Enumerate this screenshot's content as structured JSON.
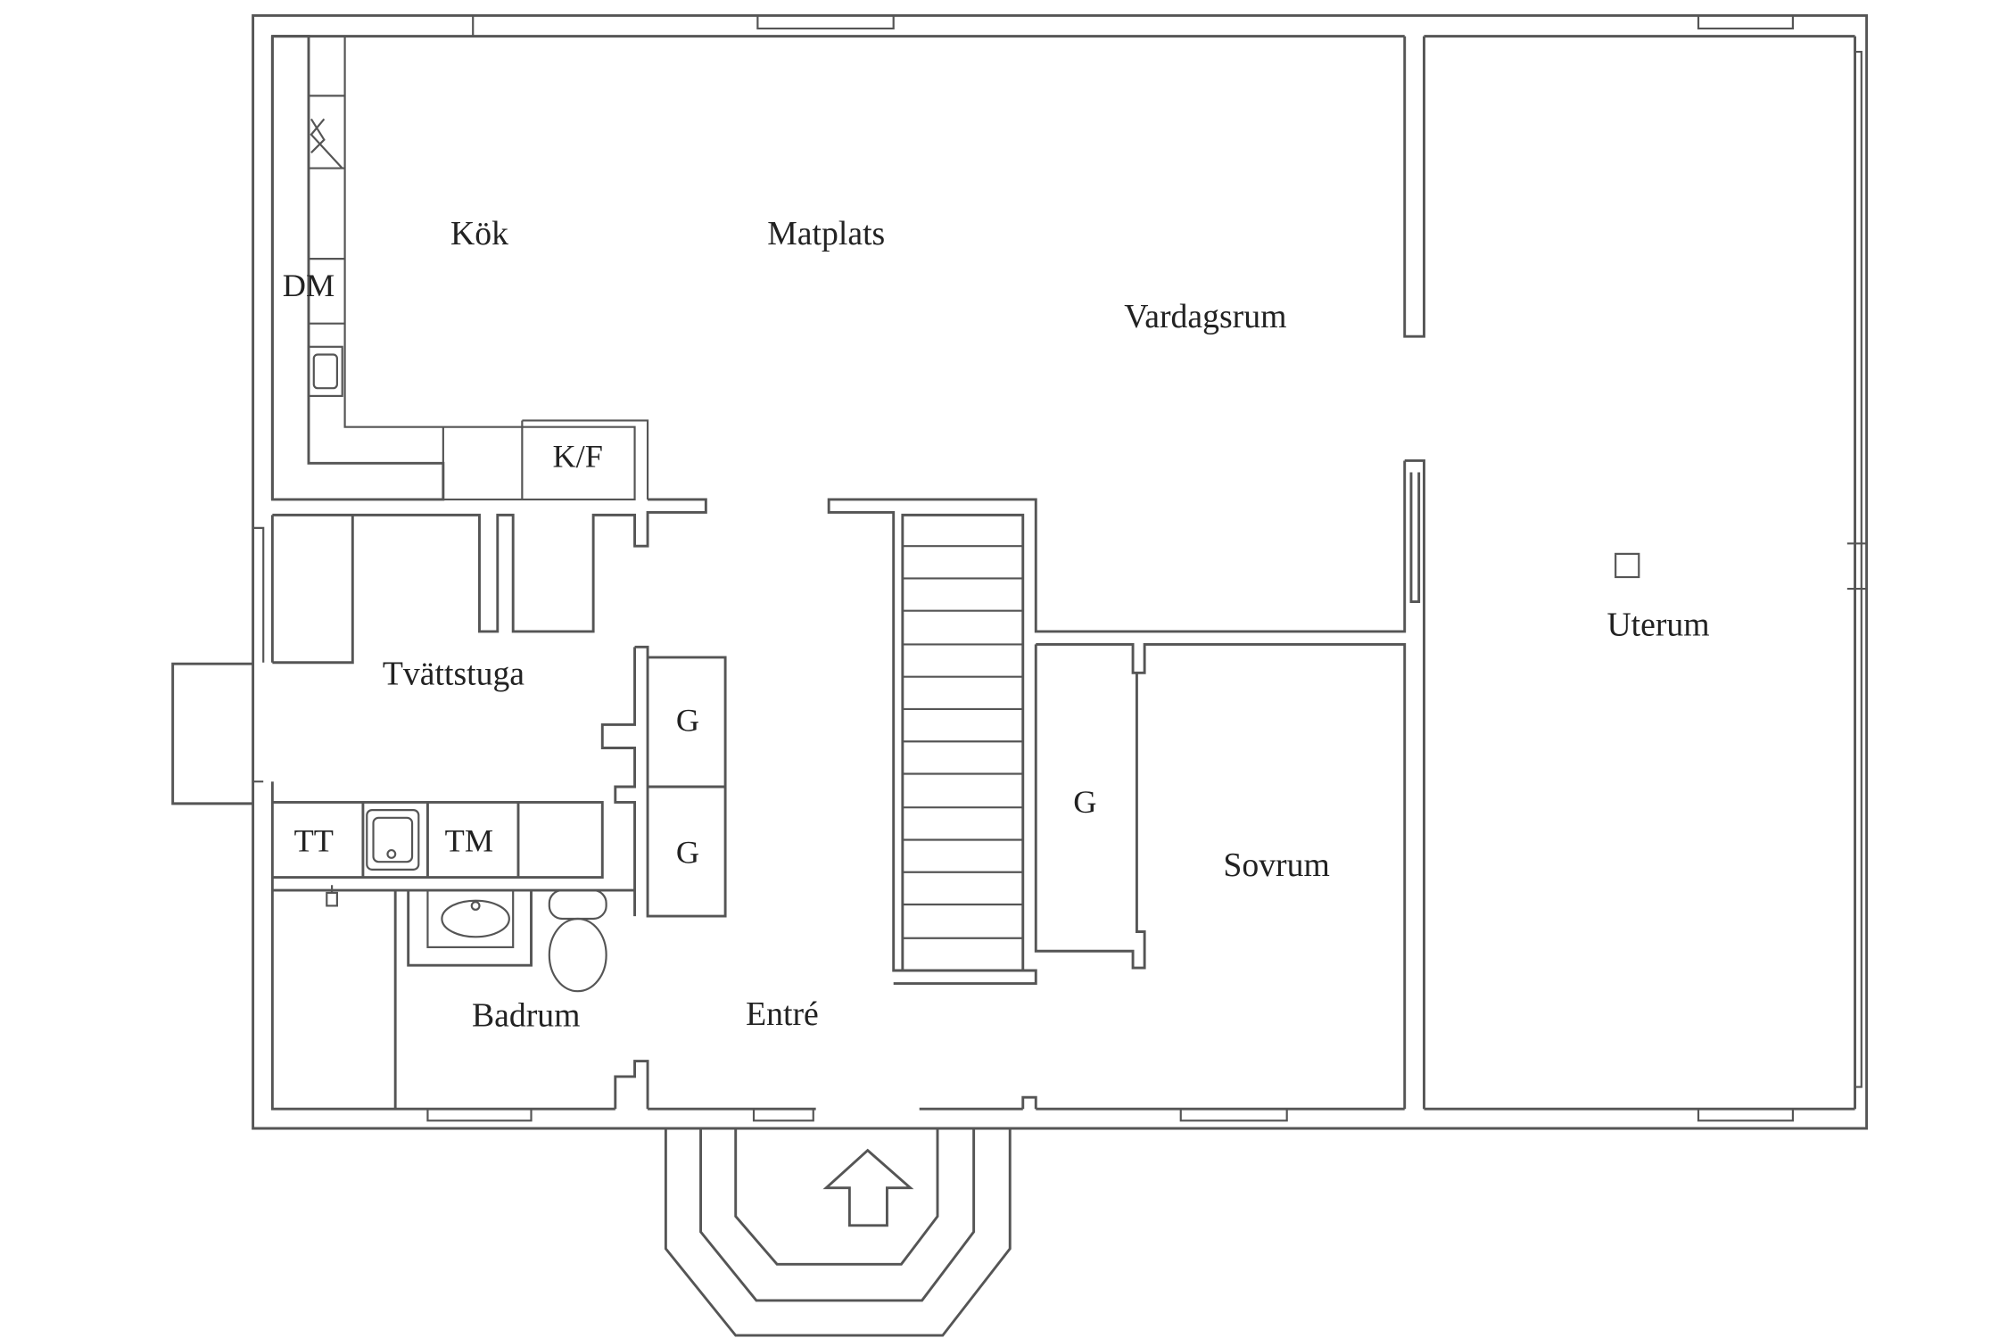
{
  "colors": {
    "line": "#555555",
    "text": "#222222",
    "background": "#ffffff"
  },
  "rooms": {
    "kok": "Kök",
    "matplats": "Matplats",
    "vardagsrum": "Vardagsrum",
    "uterum": "Uterum",
    "tvattstuga": "Tvättstuga",
    "sovrum": "Sovrum",
    "badrum": "Badrum",
    "entre": "Entré"
  },
  "fixtures": {
    "dishwasher": "DM",
    "fridge_freezer": "K/F",
    "dryer": "TT",
    "washer": "TM",
    "wardrobe_1": "G",
    "wardrobe_2": "G",
    "wardrobe_3": "G"
  },
  "icons": [
    "entrance-arrow-icon",
    "sink-icon",
    "toilet-icon",
    "stove-icon",
    "stair-icon"
  ]
}
